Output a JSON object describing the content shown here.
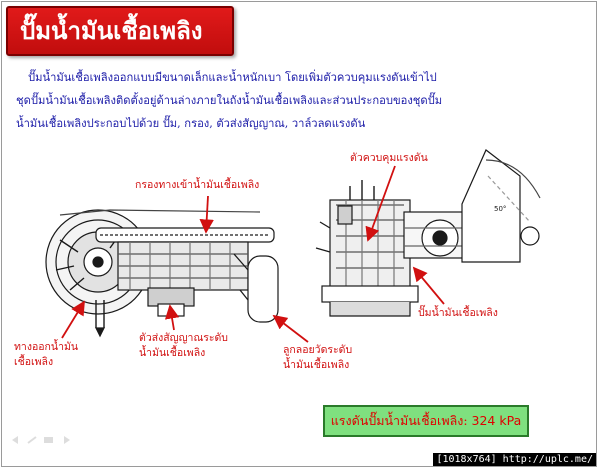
{
  "slide": {
    "title": "ปั๊มน้ำมันเชื้อเพลิง",
    "intro_lines": [
      "ปั๊มน้ำมันเชื้อเพลิงออกแบบมีขนาดเล็กและน้ำหนักเบา โดยเพิ่มตัวควบคุมแรงดันเข้าไป",
      "ชุดปั๊มน้ำมันเชื้อเพลิงติดตั้งอยู่ด้านล่างภายในถังน้ำมันเชื้อเพลิงและส่วนประกอบของชุดปั๊ม",
      "น้ำมันเชื้อเพลิงประกอบไปด้วย ปั๊ม, กรอง, ตัวส่งสัญญาณ, วาล์วลดแรงดัน"
    ],
    "callouts": {
      "inlet_filter": "กรองทางเข้าน้ำมันเชื้อเพลิง",
      "outlet_line1": "ทางออกน้ำมัน",
      "outlet_line2": "เชื้อเพลิง",
      "sender_line1": "ตัวส่งสัญญาณระดับ",
      "sender_line2": "น้ำมันเชื้อเพลิง",
      "float_line1": "ลูกลอยวัดระดับ",
      "float_line2": "น้ำมันเชื้อเพลิง",
      "regulator": "ตัวควบคุมแรงดัน",
      "pump": "ปั๊มน้ำมันเชื้อเพลิง"
    },
    "dial_marks": [
      "50°"
    ],
    "pressure_label": "แรงดันปั๊มน้ำมันเชื้อเพลิง:",
    "pressure_value": "324 kPa"
  },
  "footer": {
    "stamp": "[1018x764] http://uplc.me/"
  },
  "colors": {
    "title_bg": "#d41414",
    "intro_text": "#1c1ca8",
    "callout_text": "#d11010",
    "pressure_bg": "#7fe07f",
    "pressure_text": "#e00000"
  }
}
